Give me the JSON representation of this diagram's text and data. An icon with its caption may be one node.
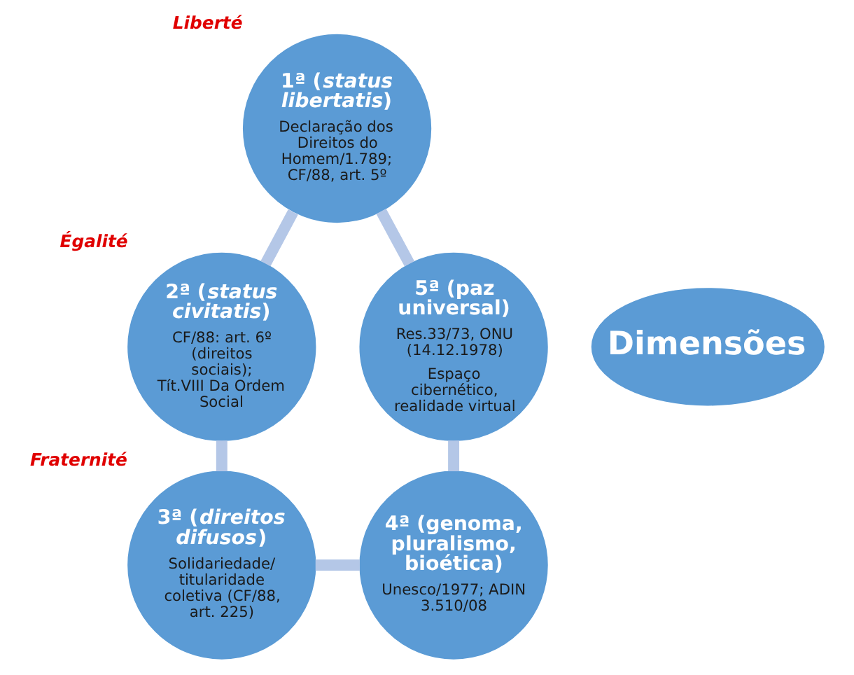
{
  "diagram": {
    "nodes": [
      {
        "text": [
          "1ª (*status libertatis*)",
          "Declaração dos Direitos do Homem/1.789; CF/88, art. 5º"
        ],
        "beside": [
          "Liberté"
        ]
      },
      {
        "text": [
          "5ª (paz universal)",
          "Res.33/73, ONU (14.12.1978)",
          "Espaço cibernético, realidade virtual"
        ]
      },
      {
        "text": [
          "Dimensões"
        ]
      },
      {
        "text": [
          "2ª (*status civitatis*)",
          "CF/88: art. 6º (direitos sociais); Tít.VIII Da Ordem Social"
        ],
        "beside": [
          "Égalité"
        ]
      },
      {
        "text": [
          "4ª (genoma, pluralismo, bioética)",
          "Unesco/1977; ADIN 3.510/08"
        ]
      },
      {
        "text": [
          "3ª (*direitos difusos*)",
          "Solidariedade/ titularidade coletiva (CF/88, art. 225)"
        ],
        "beside": [
          "Fraternité"
        ]
      }
    ],
    "edges": [
      {
        "from": 0,
        "to": 3,
        "arrow": "none"
      },
      {
        "from": 3,
        "to": 5,
        "arrow": "none"
      },
      {
        "from": 5,
        "to": 4,
        "arrow": "none"
      },
      {
        "from": 4,
        "to": 1,
        "arrow": "none"
      },
      {
        "from": 1,
        "to": 0,
        "arrow": "none"
      }
    ]
  }
}
